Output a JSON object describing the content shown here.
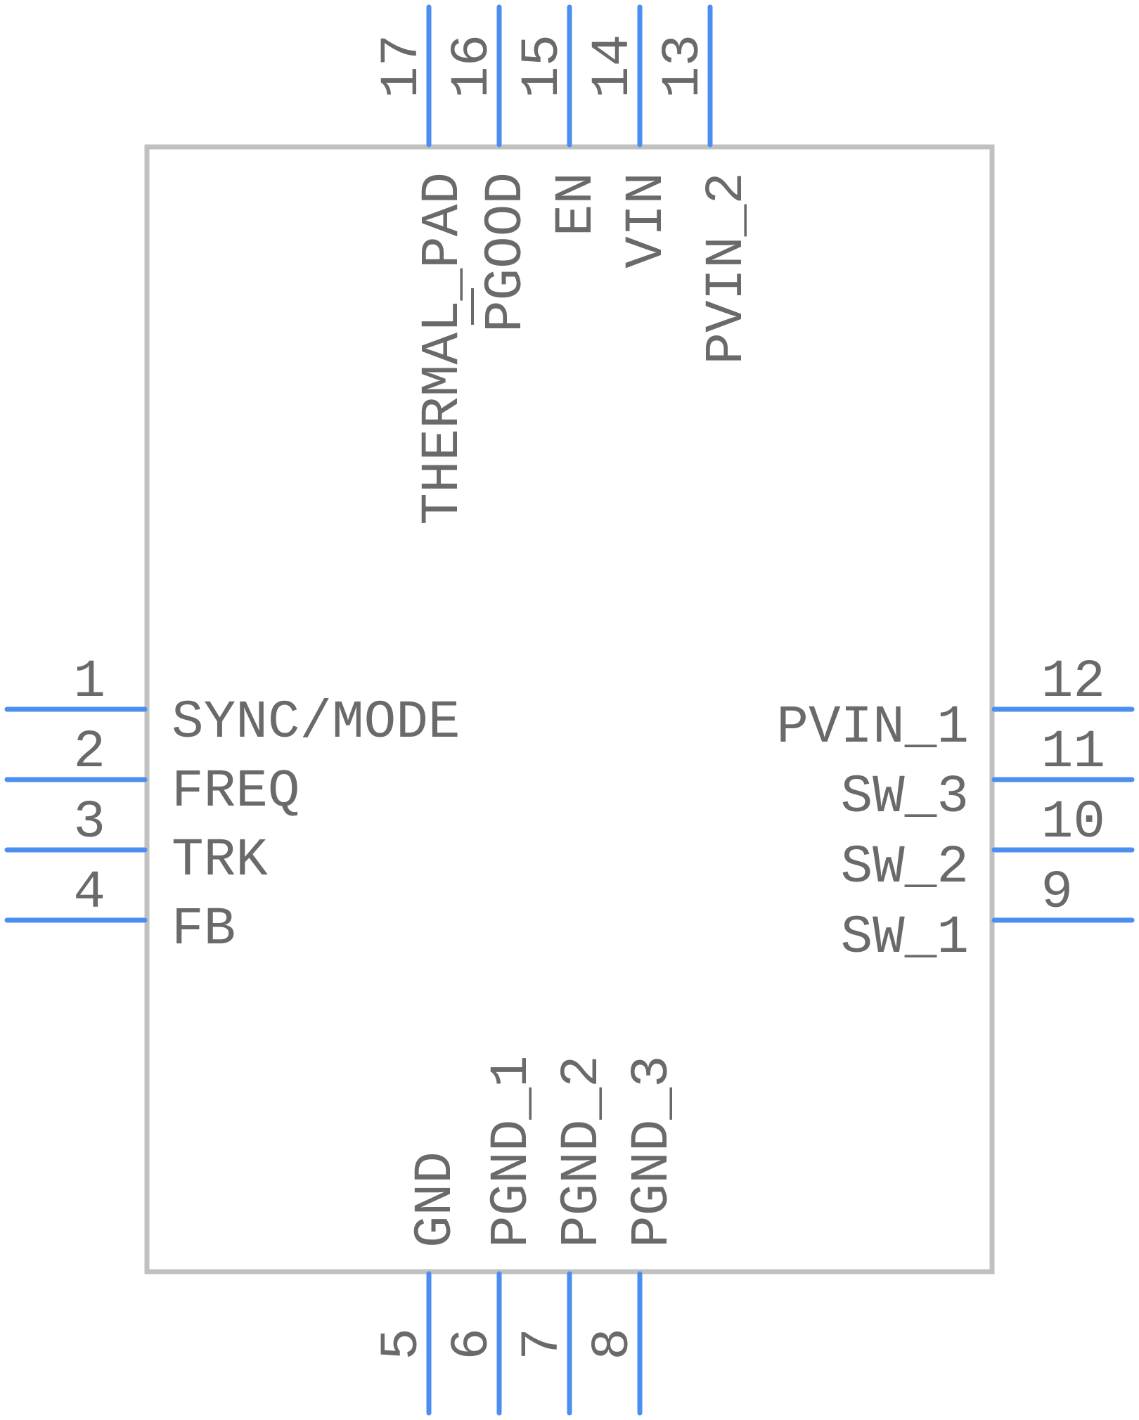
{
  "pins": {
    "p1": {
      "number": "1",
      "name": "SYNC/MODE"
    },
    "p2": {
      "number": "2",
      "name": "FREQ"
    },
    "p3": {
      "number": "3",
      "name": "TRK"
    },
    "p4": {
      "number": "4",
      "name": "FB"
    },
    "p5": {
      "number": "5",
      "name": "GND"
    },
    "p6": {
      "number": "6",
      "name": "PGND_1"
    },
    "p7": {
      "number": "7",
      "name": "PGND_2"
    },
    "p8": {
      "number": "8",
      "name": "PGND_3"
    },
    "p9": {
      "number": "9",
      "name": "SW_1"
    },
    "p10": {
      "number": "10",
      "name": "SW_2"
    },
    "p11": {
      "number": "11",
      "name": "SW_3"
    },
    "p12": {
      "number": "12",
      "name": "PVIN_1"
    },
    "p13": {
      "number": "13",
      "name": "PVIN_2"
    },
    "p14": {
      "number": "14",
      "name": "VIN"
    },
    "p15": {
      "number": "15",
      "name": "EN"
    },
    "p16": {
      "number": "16",
      "name": "PGOOD"
    },
    "p17": {
      "number": "17",
      "name": "THERMAL_PAD"
    }
  },
  "colors": {
    "pin": "#4a8ef0",
    "body": "#c0c0c0",
    "text": "#6a6a6a"
  }
}
